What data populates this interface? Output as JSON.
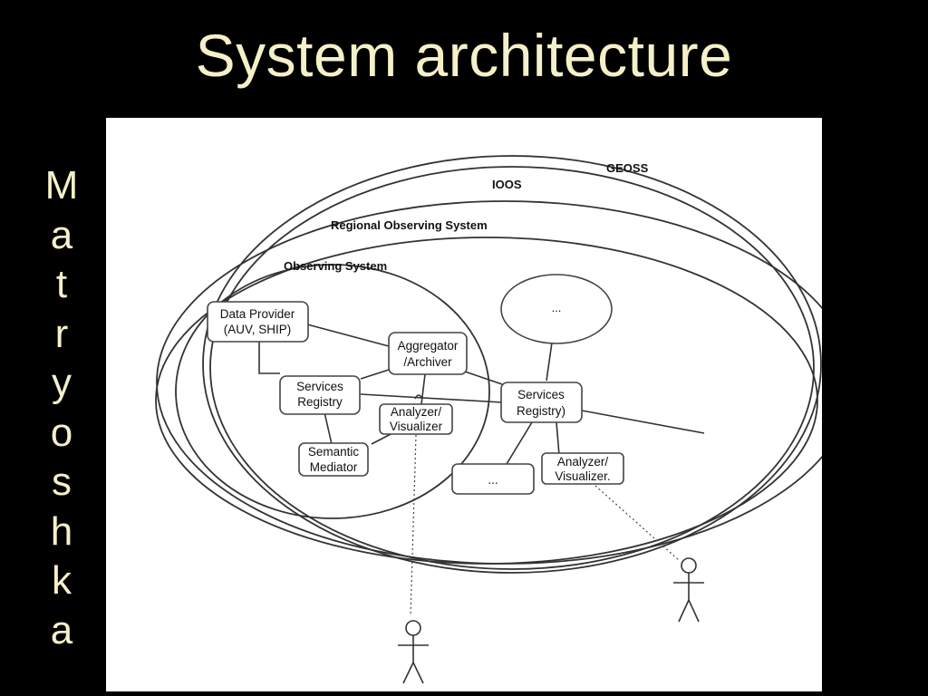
{
  "slide": {
    "title": "System architecture",
    "side_word": [
      "M",
      "a",
      "t",
      "r",
      "y",
      "o",
      "s",
      "h",
      "k",
      "a"
    ]
  },
  "diagram": {
    "rings": {
      "geoss": "GEOSS",
      "ioos": "IOOS",
      "regional": "Regional Observing System",
      "observing": "Observing System"
    },
    "nodes": {
      "data_provider": [
        "Data Provider",
        "(AUV, SHIP)"
      ],
      "aggregator": [
        "Aggregator",
        "/Archiver"
      ],
      "services_registry_inner": [
        "Services",
        "Registry"
      ],
      "analyzer_inner": [
        "Analyzer/",
        "Visualizer"
      ],
      "semantic_mediator": [
        "Semantic",
        "Mediator"
      ],
      "ellipsis_top": "...",
      "services_registry_outer": [
        "Services",
        "Registry)"
      ],
      "ellipsis_box": "...",
      "analyzer_outer": [
        "Analyzer/",
        "Visualizer."
      ]
    },
    "colors": {
      "background": "#000000",
      "title_text": "#f5f0c8",
      "panel": "#ffffff",
      "lines": "#333333"
    }
  }
}
